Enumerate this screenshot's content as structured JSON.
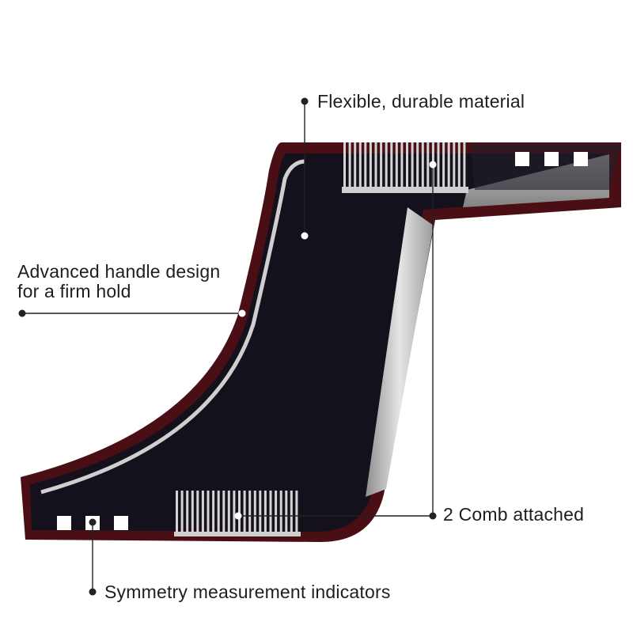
{
  "callouts": {
    "material": "Flexible, durable material",
    "handle_line1": "Advanced handle design",
    "handle_line2": "for a firm hold",
    "comb": "2 Comb attached",
    "symmetry": "Symmetry measurement indicators"
  },
  "colors": {
    "body_dark": "#14111d",
    "rim": "#4a0f14",
    "steel": "#c9c9c9",
    "leader": "#222222"
  }
}
